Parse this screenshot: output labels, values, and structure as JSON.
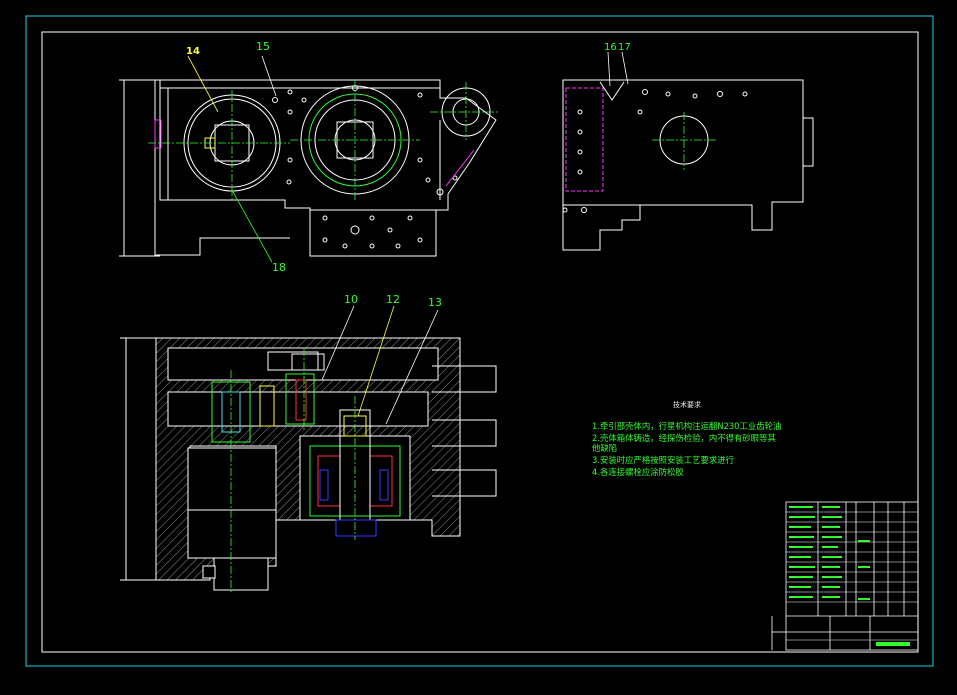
{
  "part_labels": {
    "p10": "10",
    "p12": "12",
    "p13": "13",
    "p14": "14",
    "p15": "15",
    "p16": "16",
    "p17": "17",
    "p18": "18"
  },
  "technical_requirements": {
    "title": "技术要求",
    "items": [
      "1.牵引部壳体内，行星机构注运翻N230工业齿轮油",
      "2.壳体箱体铸造，经探伤检验，内不得有砂眼等其他缺陷",
      "3.安装时应严格按照安装工艺要求进行",
      "4.各连接螺栓应涂防松胶"
    ]
  },
  "colors": {
    "frame": "#ffffff",
    "outer_frame": "#19d6e6",
    "line": "#ffffff",
    "label": "#ffff33",
    "green": "#2cff2c",
    "cyan": "#36e0e0",
    "magenta": "#ff33ff",
    "red": "#ff3030",
    "blue": "#3a3aff",
    "hatch": "#9a9a9a",
    "yellow": "#ffff33"
  }
}
